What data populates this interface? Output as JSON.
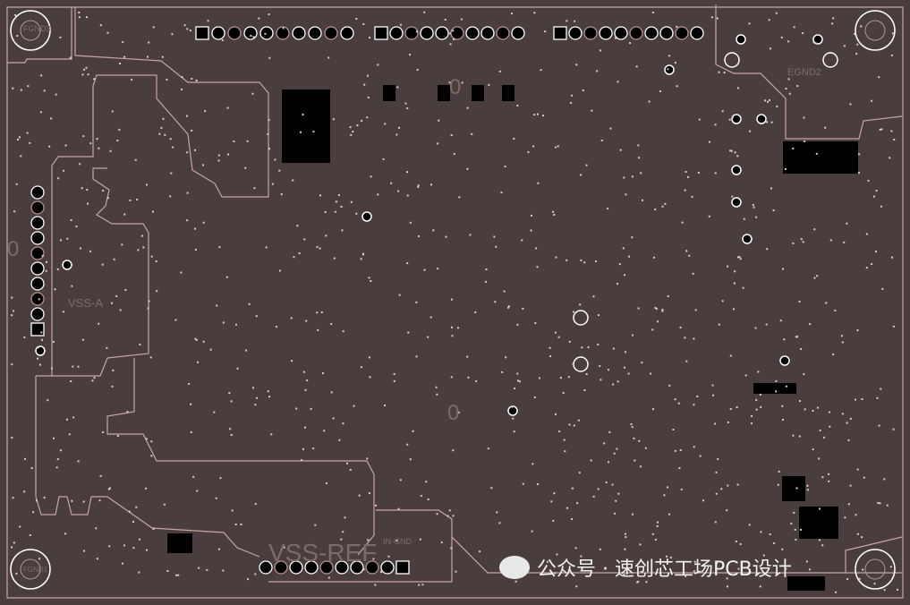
{
  "board": {
    "colors": {
      "background": "#4a3d3d",
      "outline": "#c7a5a5",
      "copper": "#000000",
      "pad_ring": "#ffffff",
      "via": "#d9cccc",
      "label": "#7d6a6a"
    },
    "labels": {
      "hole_tl": "FGND3",
      "hole_bl": "FGND1",
      "vss_a": "VSS-A",
      "vss_ref": "VSS-REF",
      "in_gnd": "IN-GND",
      "egnd2": "EGND2",
      "zero_top": "0",
      "zero_mid": "0",
      "zero_left": "0"
    },
    "headers": [
      {
        "name": "top-header-1",
        "pins": 10
      },
      {
        "name": "top-header-2",
        "pins": 10
      },
      {
        "name": "top-header-3",
        "pins": 10
      },
      {
        "name": "left-header",
        "pins": 10
      },
      {
        "name": "bottom-header",
        "pins": 10
      }
    ]
  },
  "watermark": {
    "text": "公众号 · 速创芯工场PCB设计"
  }
}
